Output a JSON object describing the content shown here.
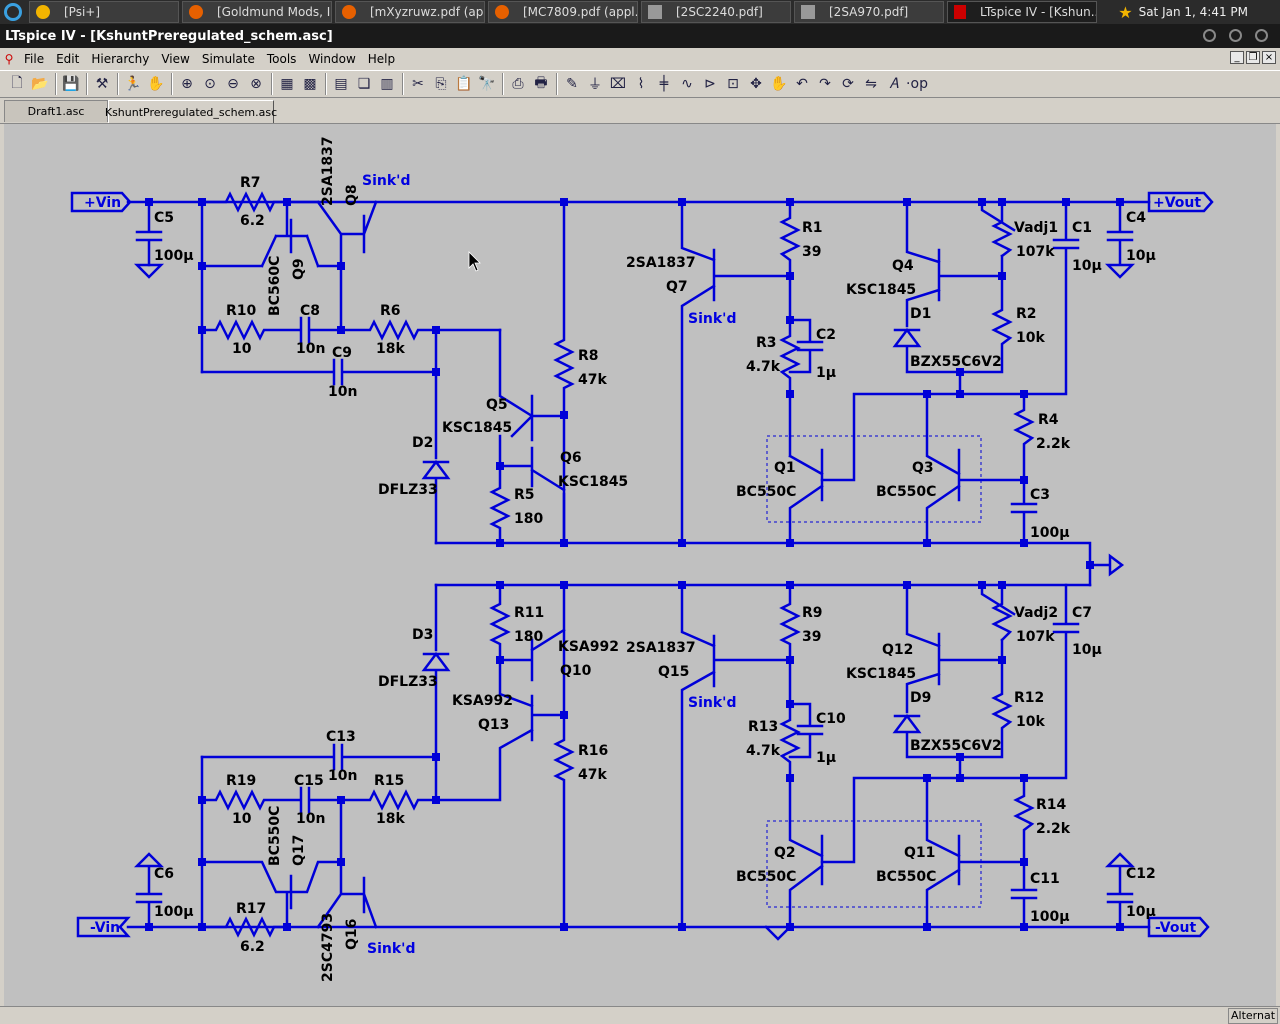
{
  "taskbar": {
    "tasks": [
      "[Psi+]",
      "[Goldmund Mods, I...",
      "[mXyzruwz.pdf (ap...",
      "[MC7809.pdf (appl...",
      "[2SC2240.pdf]",
      "[2SA970.pdf]",
      "LTspice IV - [Kshun..."
    ],
    "clock": "Sat Jan  1,  4:41 PM"
  },
  "window": {
    "title": "LTspice IV - [KshuntPreregulated_schem.asc]"
  },
  "menu": [
    "File",
    "Edit",
    "Hierarchy",
    "View",
    "Simulate",
    "Tools",
    "Window",
    "Help"
  ],
  "tabs": [
    "Draft1.asc",
    "KshuntPreregulated_schem.asc"
  ],
  "schematic": {
    "ports": {
      "vin_pos": "+Vin",
      "vout_pos": "+Vout",
      "vin_neg": "-Vin",
      "vout_neg": "-Vout"
    },
    "nets": {
      "sink_q8": "Sink'd",
      "sink_q7": "Sink'd",
      "sink_q15": "Sink'd",
      "sink_q16": "Sink'd"
    },
    "labels": {
      "R7": "R7",
      "R7v": "6.2",
      "C5": "C5",
      "C5v": "100µ",
      "Q8": "Q8",
      "Q8m": "2SA1837",
      "Q9": "Q9",
      "Q9m": "BC560C",
      "R10": "R10",
      "R10v": "10",
      "C8": "C8",
      "C8v": "10n",
      "R6": "R6",
      "R6v": "18k",
      "C9": "C9",
      "C9v": "10n",
      "D2": "D2",
      "D2m": "DFLZ33",
      "Q5": "Q5",
      "Q5m": "KSC1845",
      "R8": "R8",
      "R8v": "47k",
      "Q6": "Q6",
      "Q6m": "KSC1845",
      "R5": "R5",
      "R5v": "180",
      "Q7m": "2SA1837",
      "Q7": "Q7",
      "R1": "R1",
      "R1v": "39",
      "R3": "R3",
      "R3v": "4.7k",
      "C2": "C2",
      "C2v": "1µ",
      "Q4": "Q4",
      "Q4m": "KSC1845",
      "D1": "D1",
      "D1m": "BZX55C6V2",
      "Vadj1": "Vadj1",
      "Vadj1v": "107k",
      "R2": "R2",
      "R2v": "10k",
      "C1": "C1",
      "C1v": "10µ",
      "C4": "C4",
      "C4v": "10µ",
      "R4": "R4",
      "R4v": "2.2k",
      "Q1": "Q1",
      "Q1m": "BC550C",
      "Q3": "Q3",
      "Q3m": "BC550C",
      "C3": "C3",
      "C3v": "100µ",
      "D3": "D3",
      "D3m": "DFLZ33",
      "R11": "R11",
      "R11v": "180",
      "Q10m": "KSA992",
      "Q10": "Q10",
      "Q13m": "KSA992",
      "Q13": "Q13",
      "R16": "R16",
      "R16v": "47k",
      "C13": "C13",
      "C13v": "10n",
      "R19": "R19",
      "R19v": "10",
      "C15": "C15",
      "C15v": "10n",
      "R15": "R15",
      "R15v": "18k",
      "Q17m": "BC550C",
      "Q17": "Q17",
      "C6": "C6",
      "C6v": "100µ",
      "R17": "R17",
      "R17v": "6.2",
      "Q16m": "2SC4793",
      "Q16": "Q16",
      "Q15m": "2SA1837",
      "Q15": "Q15",
      "R9": "R9",
      "R9v": "39",
      "R13": "R13",
      "R13v": "4.7k",
      "C10": "C10",
      "C10v": "1µ",
      "Q12": "Q12",
      "Q12m": "KSC1845",
      "D9": "D9",
      "D9m": "BZX55C6V2",
      "Vadj2": "Vadj2",
      "Vadj2v": "107k",
      "R12": "R12",
      "R12v": "10k",
      "C7": "C7",
      "C7v": "10µ",
      "R14": "R14",
      "R14v": "2.2k",
      "Q2": "Q2",
      "Q2m": "BC550C",
      "Q11": "Q11",
      "Q11m": "BC550C",
      "C11": "C11",
      "C11v": "100µ",
      "C12": "C12",
      "C12v": "10µ"
    }
  },
  "status": {
    "pane": "Alternat"
  },
  "colors": {
    "wire": "#0000d8",
    "canvas": "#c0c0c0",
    "chrome": "#d4d0c8"
  }
}
